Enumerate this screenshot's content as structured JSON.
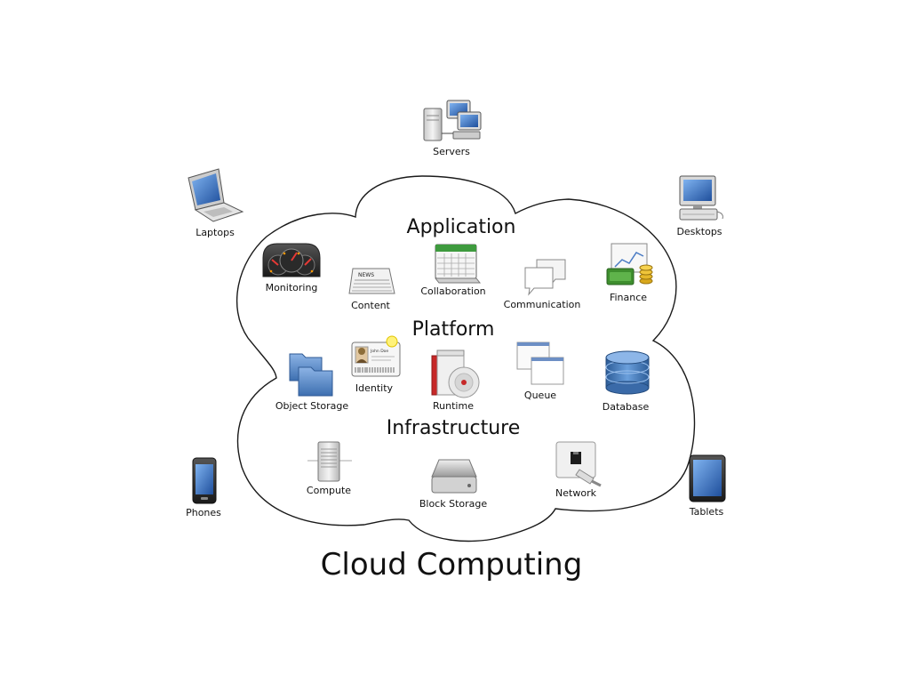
{
  "title": "Cloud Computing",
  "layers": {
    "application": "Application",
    "platform": "Platform",
    "infrastructure": "Infrastructure"
  },
  "application_items": {
    "monitoring": "Monitoring",
    "content": "Content",
    "collaboration": "Collaboration",
    "communication": "Communication",
    "finance": "Finance"
  },
  "platform_items": {
    "object_storage": "Object Storage",
    "identity": "Identity",
    "runtime": "Runtime",
    "queue": "Queue",
    "database": "Database"
  },
  "infrastructure_items": {
    "compute": "Compute",
    "block_storage": "Block Storage",
    "network": "Network"
  },
  "clients": {
    "servers": "Servers",
    "laptops": "Laptops",
    "desktops": "Desktops",
    "phones": "Phones",
    "tablets": "Tablets"
  },
  "icon_text": {
    "news": "NEWS",
    "identity_name": "John Doe"
  },
  "colors": {
    "cloud_stroke": "#1a1a1a",
    "folder_blue": "#5b8fcf",
    "database_blue": "#3f74b3",
    "money_green": "#3e8e2e",
    "coin_gold": "#d9a81c",
    "runtime_red": "#c62828",
    "screen_blue": "#2f6fd0"
  }
}
